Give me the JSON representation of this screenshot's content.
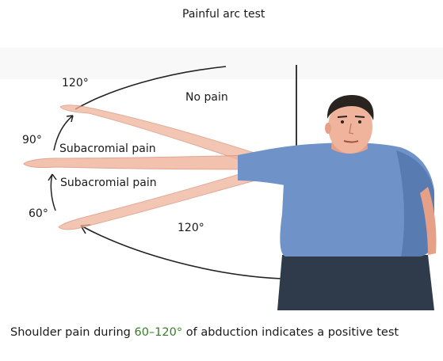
{
  "title": "Painful arc test",
  "labels": {
    "angle_120_top": "120°",
    "angle_90": "90°",
    "angle_60": "60°",
    "angle_120_bottom": "120°",
    "no_pain": "No pain",
    "subacromial_upper": "Subacromial pain",
    "subacromial_lower": "Subacromial pain"
  },
  "caption": {
    "prefix": "Shoulder pain during ",
    "range": "60–120°",
    "suffix": " of abduction indicates a positive test"
  },
  "colors": {
    "skin": "#f0b39c",
    "skin_shadow": "#d98f78",
    "shirt": "#6f93c9",
    "shirt_shadow": "#4f72a8",
    "pants": "#2f3a4a",
    "hair": "#2a2420",
    "arc_line": "#222222",
    "range_text": "#3a7a2a"
  }
}
